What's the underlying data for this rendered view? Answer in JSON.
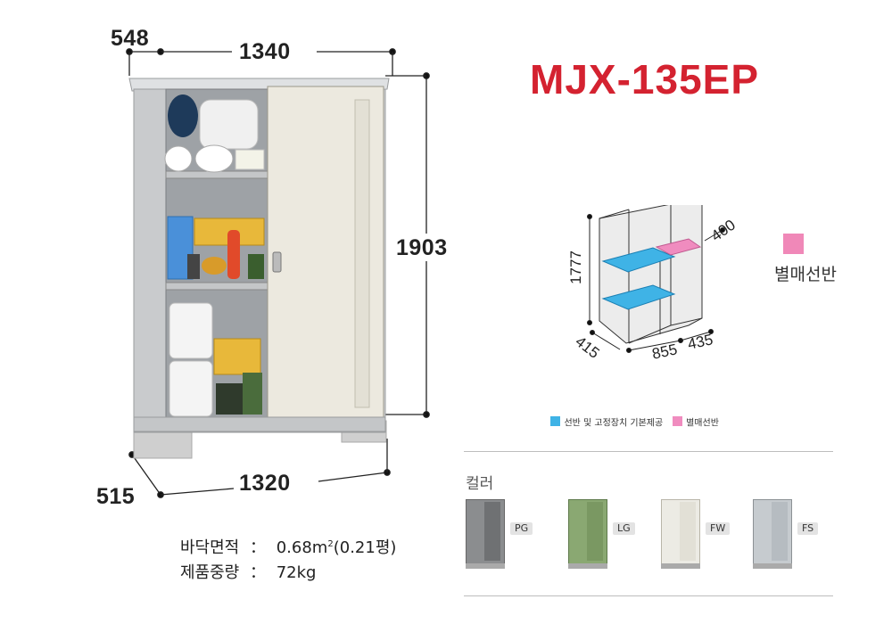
{
  "model": "MJX-135EP",
  "dimensions": {
    "top_depth": "548",
    "top_width": "1340",
    "height": "1903",
    "base_depth": "515",
    "base_width": "1320"
  },
  "shelf_diagram": {
    "height": "1777",
    "depth": "415",
    "width_left": "855",
    "width_right": "435",
    "optional_shelf_depth": "400",
    "optional_label": "별매선반"
  },
  "legend": [
    {
      "label": "선반 및 고정장치 기본제공",
      "color": "#3fb3e6"
    },
    {
      "label": "별매선반",
      "color": "#f08cbf"
    }
  ],
  "optional_swatch_color": "#f088b8",
  "colors": {
    "title": "컬러",
    "items": [
      {
        "code": "PG",
        "body": "#8b8d8f",
        "door": "#6f7173"
      },
      {
        "code": "LG",
        "body": "#8aa872",
        "door": "#7a9862"
      },
      {
        "code": "FW",
        "body": "#ecebe4",
        "door": "#e2e0d6"
      },
      {
        "code": "FS",
        "body": "#c6cbcf",
        "door": "#b6bcc1"
      }
    ]
  },
  "specs": [
    {
      "label": "바닥면적",
      "sep": "：",
      "value": "0.68m",
      "sup": "2",
      "extra": "(0.21평)"
    },
    {
      "label": "제품중량",
      "sep": "：",
      "value": "72kg",
      "sup": "",
      "extra": ""
    }
  ]
}
